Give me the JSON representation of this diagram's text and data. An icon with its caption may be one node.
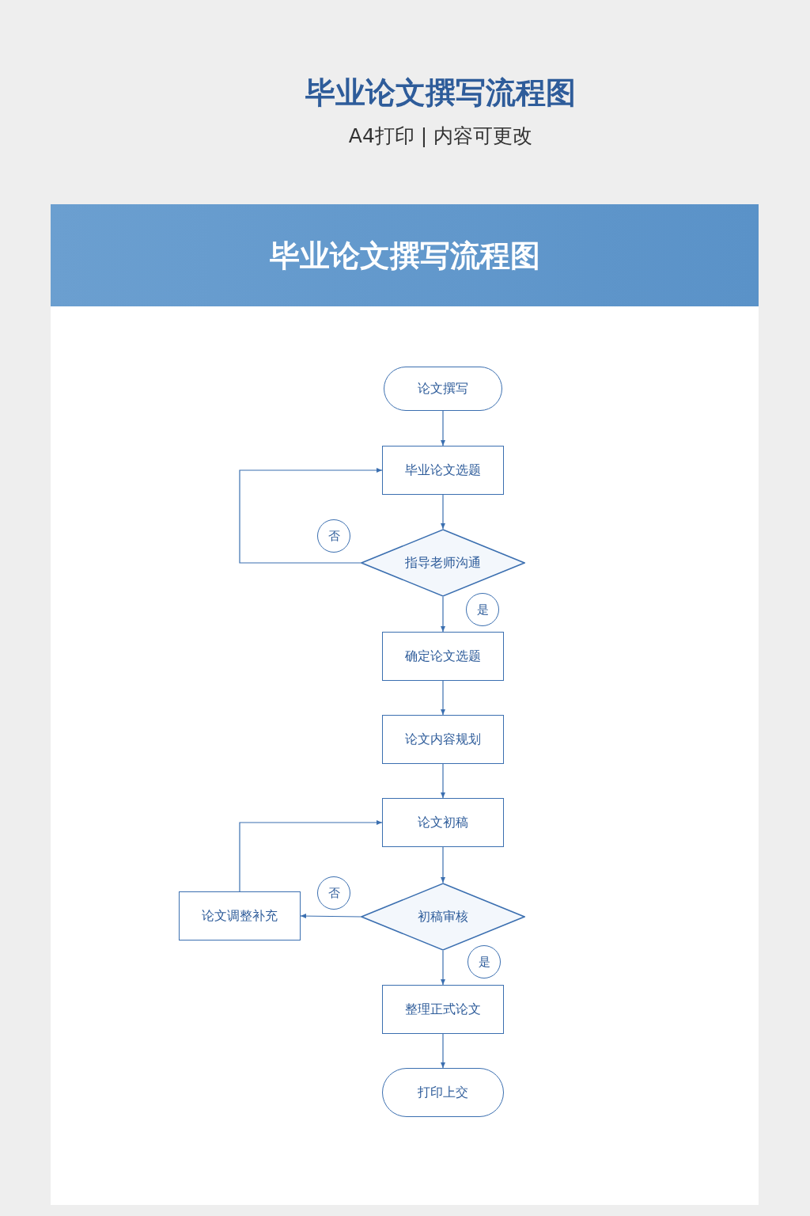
{
  "diagram": {
    "title": "毕业论文撰写流程图",
    "nodes": [
      {
        "text": [
          "论文撰写"
        ]
      },
      {
        "text": [
          "毕业论文选题"
        ]
      },
      {
        "text": [
          "指导老师沟通"
        ]
      },
      {
        "text": [
          "确定论文选题"
        ]
      },
      {
        "text": [
          "论文内容规划"
        ]
      },
      {
        "text": [
          "论文初稿"
        ]
      },
      {
        "text": [
          "初稿审核"
        ]
      },
      {
        "text": [
          "论文调整补充"
        ]
      },
      {
        "text": [
          "整理正式论文"
        ]
      },
      {
        "text": [
          "打印上交"
        ]
      }
    ],
    "edges": [
      {
        "from": 0,
        "to": 1,
        "arrow": "to"
      },
      {
        "from": 1,
        "to": 2,
        "arrow": "to"
      },
      {
        "from": 2,
        "to": 1,
        "arrow": "to",
        "label": "否"
      },
      {
        "from": 2,
        "to": 3,
        "arrow": "to",
        "label": "是"
      },
      {
        "from": 3,
        "to": 4,
        "arrow": "to"
      },
      {
        "from": 4,
        "to": 5,
        "arrow": "to"
      },
      {
        "from": 5,
        "to": 6,
        "arrow": "to"
      },
      {
        "from": 6,
        "to": 7,
        "arrow": "to",
        "label": "否"
      },
      {
        "from": 7,
        "to": 5,
        "arrow": "to"
      },
      {
        "from": 6,
        "to": 8,
        "arrow": "to",
        "label": "是"
      },
      {
        "from": 8,
        "to": 9,
        "arrow": "to"
      }
    ],
    "labels": [
      "A4打印 | 内容可更改",
      "毕业论文撰写流程图"
    ]
  }
}
